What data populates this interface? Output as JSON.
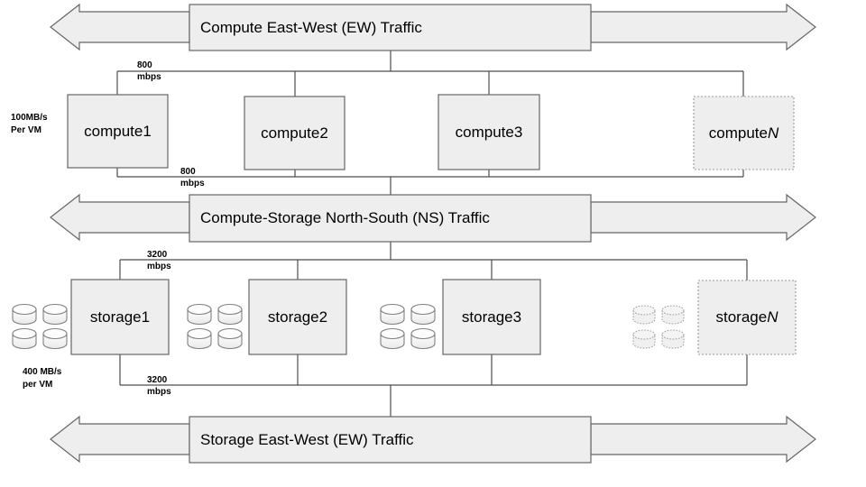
{
  "diagram": {
    "title_hidden": "",
    "colors": {
      "box_fill": "#EEEEEE",
      "box_stroke": "#666666",
      "dashed_stroke": "#999999",
      "line_stroke": "#4D4D4D",
      "cylinder_stroke": "#808080",
      "text": "#000000",
      "background": "#FFFFFF"
    },
    "banners": [
      {
        "id": "compute-ew",
        "label": "Compute East-West (EW) Traffic"
      },
      {
        "id": "compute-storage-ns",
        "label": "Compute-Storage North-South (NS) Traffic"
      },
      {
        "id": "storage-ew",
        "label": "Storage East-West (EW) Traffic"
      }
    ],
    "compute_nodes": [
      {
        "id": "compute1",
        "label": "compute1",
        "label_suffix": "",
        "dashed": false
      },
      {
        "id": "compute2",
        "label": "compute2",
        "label_suffix": "",
        "dashed": false
      },
      {
        "id": "compute3",
        "label": "compute3",
        "label_suffix": "",
        "dashed": false
      },
      {
        "id": "computeN",
        "label": "compute",
        "label_suffix": "N",
        "dashed": true
      }
    ],
    "storage_nodes": [
      {
        "id": "storage1",
        "label": "storage",
        "label_suffix": "1",
        "dashed": false,
        "disks": 4,
        "disks_dashed": false
      },
      {
        "id": "storage2",
        "label": "storage",
        "label_suffix": "2",
        "dashed": false,
        "disks": 4,
        "disks_dashed": false
      },
      {
        "id": "storage3",
        "label": "storage",
        "label_suffix": "3",
        "dashed": false,
        "disks": 4,
        "disks_dashed": false
      },
      {
        "id": "storageN",
        "label": "storage",
        "label_suffix": "N",
        "dashed": true,
        "disks": 4,
        "disks_dashed": true
      }
    ],
    "rate_labels": [
      {
        "id": "compute-ew-rate",
        "value": "800",
        "unit": "mbps"
      },
      {
        "id": "compute-ns-rate",
        "value": "800",
        "unit": "mbps"
      },
      {
        "id": "storage-ns-rate",
        "value": "3200",
        "unit": "mbps"
      },
      {
        "id": "storage-ew-rate",
        "value": "3200",
        "unit": "mbps"
      }
    ],
    "side_labels": [
      {
        "id": "compute-per-vm",
        "line1": "100MB/s",
        "line2": "Per VM"
      },
      {
        "id": "storage-per-vm",
        "line1": "400 MB/s",
        "line2": "per VM"
      }
    ]
  }
}
